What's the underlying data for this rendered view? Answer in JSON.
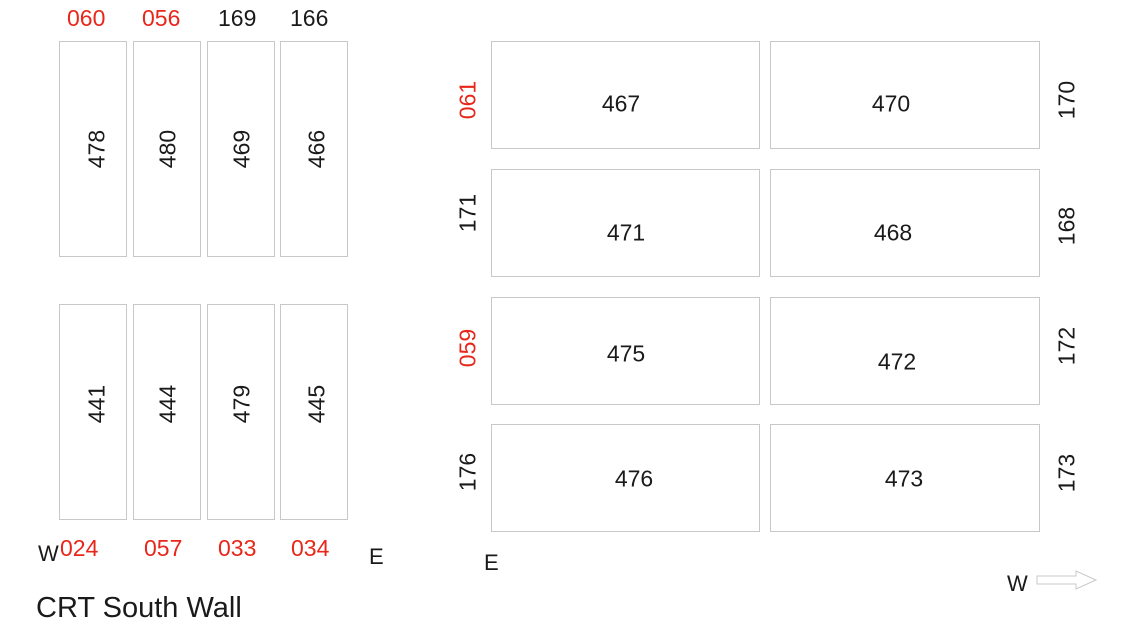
{
  "colors": {
    "red": "#e8271b",
    "black": "#1a1a1a",
    "box_border": "#c8c8c8"
  },
  "left_top": {
    "top_labels": [
      {
        "text": "060",
        "color": "red"
      },
      {
        "text": "056",
        "color": "red"
      },
      {
        "text": "169",
        "color": "black"
      },
      {
        "text": "166",
        "color": "black"
      }
    ],
    "modules": [
      "478",
      "480",
      "469",
      "466"
    ]
  },
  "left_bottom": {
    "modules": [
      "441",
      "444",
      "479",
      "445"
    ],
    "bottom_labels": [
      {
        "text": "024",
        "color": "red"
      },
      {
        "text": "057",
        "color": "red"
      },
      {
        "text": "033",
        "color": "red"
      },
      {
        "text": "034",
        "color": "red"
      }
    ],
    "w_label": "W",
    "e_label": "E"
  },
  "right": {
    "rows": [
      {
        "left_label": {
          "text": "061",
          "color": "red"
        },
        "modules": [
          "467",
          "470"
        ],
        "right_label": {
          "text": "170",
          "color": "black"
        }
      },
      {
        "left_label": {
          "text": "171",
          "color": "black"
        },
        "modules": [
          "471",
          "468"
        ],
        "right_label": {
          "text": "168",
          "color": "black"
        }
      },
      {
        "left_label": {
          "text": "059",
          "color": "red"
        },
        "modules": [
          "475",
          "472"
        ],
        "right_label": {
          "text": "172",
          "color": "black"
        }
      },
      {
        "left_label": {
          "text": "176",
          "color": "black"
        },
        "modules": [
          "476",
          "473"
        ],
        "right_label": {
          "text": "173",
          "color": "black"
        }
      }
    ],
    "e_label": "E",
    "w_label": "W",
    "direction_icon": "right-arrow-icon"
  },
  "title": "CRT South Wall"
}
